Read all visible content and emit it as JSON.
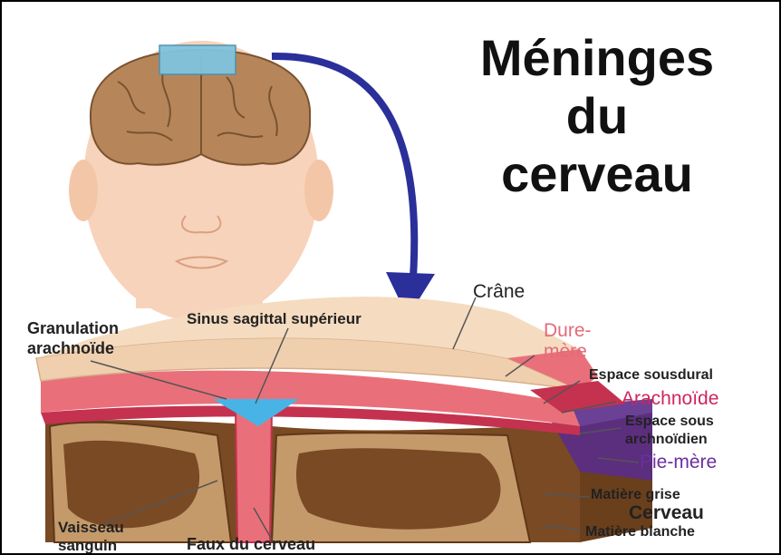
{
  "title": {
    "line1": "Méninges",
    "line2": "du",
    "line3": "cerveau"
  },
  "labels": {
    "crane": "Crâne",
    "sinus": "Sinus sagittal supérieur",
    "granulation_1": "Granulation",
    "granulation_2": "arachnoïde",
    "dure_1": "Dure-",
    "dure_2": "mère",
    "espace_sousdural": "Espace sousdural",
    "arachnoide": "Arachnoïde",
    "espace_sous_1": "Espace sous",
    "espace_sous_2": "archnoïdien",
    "pie_mere": "Pie-mère",
    "matiere_grise": "Matière grise",
    "cerveau": "Cerveau",
    "matiere_blanche": "Matière blanche",
    "vaisseau_1": "Vaisseau",
    "vaisseau_2": "sanguin",
    "faux": "Faux du cerveau"
  },
  "colors": {
    "skin": "#f7d3bb",
    "brain": "#b6865a",
    "skull": "#f0cfae",
    "dura": "#e9707a",
    "arachnoid_label": "#d0245a",
    "dura_label": "#e36a7a",
    "pia_label": "#6a2fa0",
    "arrow": "#2a2f9a",
    "sinus": "#48b4e6",
    "white_matter": "#7a4a25",
    "grey_matter": "#c59a6a"
  }
}
